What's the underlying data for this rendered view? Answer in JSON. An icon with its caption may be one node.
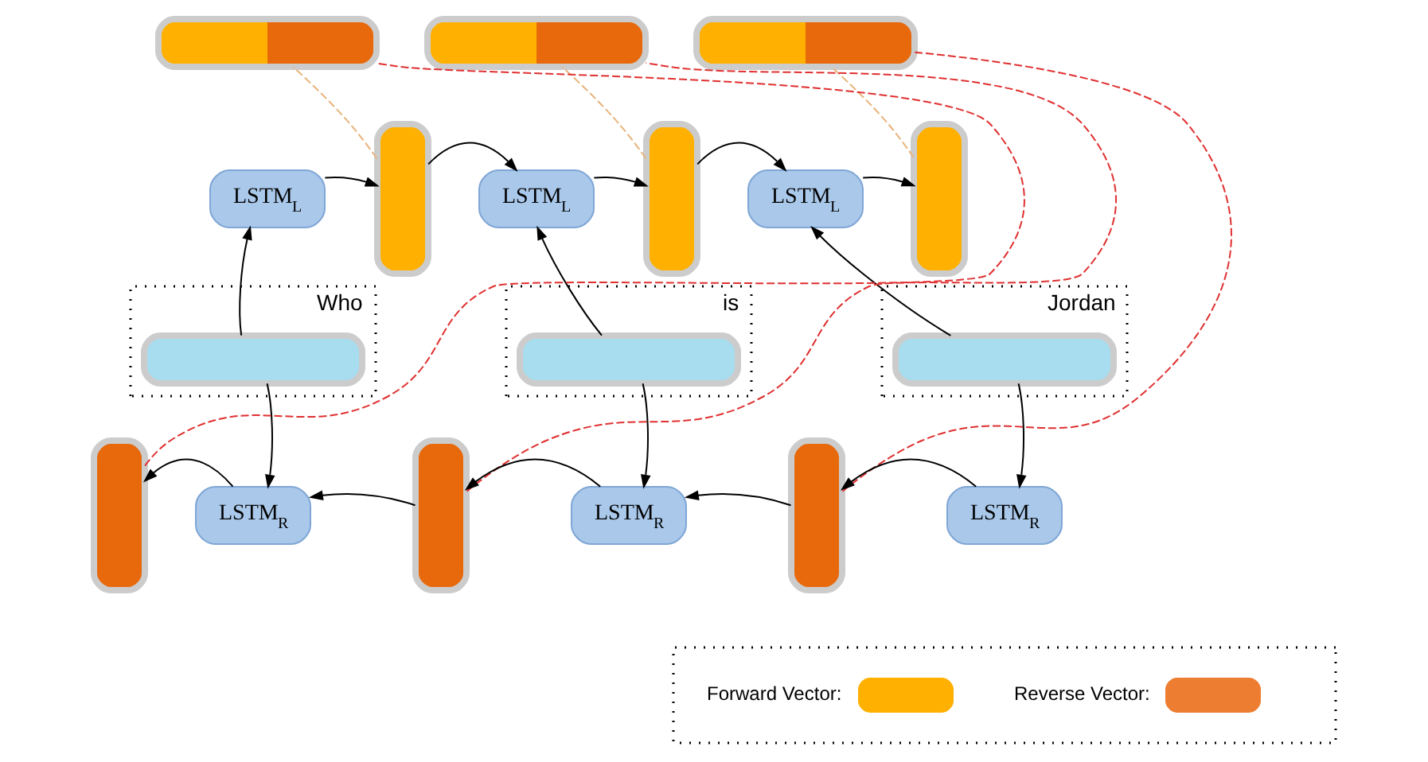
{
  "diagram": {
    "nodes": [
      {
        "text": [],
        "shape": "bar"
      },
      {
        "text": [],
        "shape": "bar"
      },
      {
        "text": [],
        "shape": "bar"
      },
      {
        "text": [
          "LSTM$_{L}$"
        ]
      },
      {
        "text": [],
        "shape": "bar"
      },
      {
        "text": [
          "LSTM$_{L}$"
        ]
      },
      {
        "text": [],
        "shape": "bar"
      },
      {
        "text": [
          "LSTM$_{L}$"
        ]
      },
      {
        "text": [],
        "shape": "bar"
      },
      {
        "text": [
          "Who"
        ]
      },
      {
        "text": [],
        "shape": "bar",
        "in": 9
      },
      {
        "text": [
          "is"
        ]
      },
      {
        "text": [],
        "shape": "bar",
        "in": 11
      },
      {
        "text": [
          "Jordan"
        ]
      },
      {
        "text": [],
        "shape": "bar",
        "in": 13
      },
      {
        "text": [],
        "shape": "bar"
      },
      {
        "text": [
          "LSTM$_{R}$"
        ]
      },
      {
        "text": [],
        "shape": "bar"
      },
      {
        "text": [
          "LSTM$_{R}$"
        ]
      },
      {
        "text": [],
        "shape": "bar"
      },
      {
        "text": [
          "LSTM$_{R}$"
        ]
      }
    ],
    "edges": [
      {
        "from": 3,
        "to": 4,
        "arrow": "to"
      },
      {
        "from": 4,
        "to": 5,
        "arrow": "to"
      },
      {
        "from": 5,
        "to": 6,
        "arrow": "to"
      },
      {
        "from": 6,
        "to": 7,
        "arrow": "to"
      },
      {
        "from": 7,
        "to": 8,
        "arrow": "to"
      },
      {
        "from": 10,
        "to": 3,
        "arrow": "to"
      },
      {
        "from": 12,
        "to": 5,
        "arrow": "to"
      },
      {
        "from": 14,
        "to": 7,
        "arrow": "to"
      },
      {
        "from": 10,
        "to": 16,
        "arrow": "to"
      },
      {
        "from": 12,
        "to": 18,
        "arrow": "to"
      },
      {
        "from": 14,
        "to": 20,
        "arrow": "to"
      },
      {
        "from": 20,
        "to": 19,
        "arrow": "to"
      },
      {
        "from": 19,
        "to": 18,
        "arrow": "to"
      },
      {
        "from": 18,
        "to": 17,
        "arrow": "to"
      },
      {
        "from": 17,
        "to": 16,
        "arrow": "to"
      },
      {
        "from": 16,
        "to": 15,
        "arrow": "to"
      },
      {
        "from": 4,
        "to": 0,
        "arrow": "none",
        "style": "dashed",
        "color": "#e8b37a"
      },
      {
        "from": 6,
        "to": 1,
        "arrow": "none",
        "style": "dashed",
        "color": "#e8b37a"
      },
      {
        "from": 8,
        "to": 2,
        "arrow": "none",
        "style": "dashed",
        "color": "#e8b37a"
      },
      {
        "from": 15,
        "to": 0,
        "arrow": "none",
        "style": "dashed",
        "color": "#e03030"
      },
      {
        "from": 17,
        "to": 1,
        "arrow": "none",
        "style": "dashed",
        "color": "#e03030"
      },
      {
        "from": 19,
        "to": 2,
        "arrow": "none",
        "style": "dashed",
        "color": "#e03030"
      }
    ],
    "legend": [
      {
        "text": "Forward Vector:",
        "color": "#ffb000"
      },
      {
        "text": "Reverse Vector:",
        "color": "#ed7d31"
      }
    ]
  }
}
